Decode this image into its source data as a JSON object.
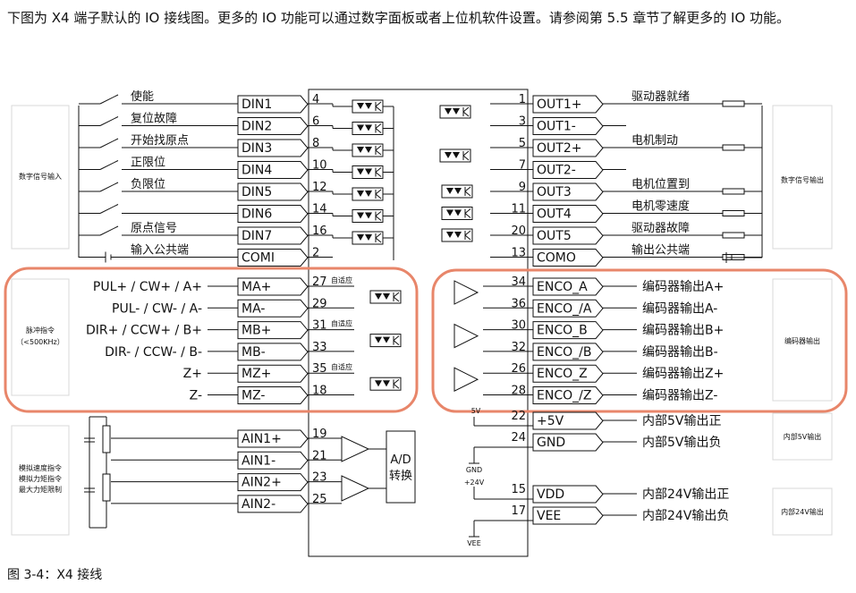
{
  "intro_text": "下图为 X4 端子默认的 IO 接线图。更多的 IO 功能可以通过数字面板或者上位机软件设置。请参阅第 5.5 章节了解更多的 IO 功能。",
  "caption": "图 3-4：X4 接线",
  "side_labels": {
    "digital_in": "数字信号输入",
    "pulse_cmd": "脉冲指令",
    "pulse_freq": "（<500KHz）",
    "analog_1": "模拟速度指令",
    "analog_2": "模拟力矩指令",
    "analog_3": "最大力矩限制",
    "digital_out": "数字信号输出",
    "encoder_out": "编码器输出",
    "out_5v": "内部5V输出",
    "out_24v": "内部24V输出"
  },
  "din": [
    {
      "func": "使能",
      "name": "DIN1",
      "pin": "4"
    },
    {
      "func": "复位故障",
      "name": "DIN2",
      "pin": "6"
    },
    {
      "func": "开始找原点",
      "name": "DIN3",
      "pin": "8"
    },
    {
      "func": "正限位",
      "name": "DIN4",
      "pin": "10"
    },
    {
      "func": "负限位",
      "name": "DIN5",
      "pin": "12"
    },
    {
      "func": "",
      "name": "DIN6",
      "pin": "14"
    },
    {
      "func": "原点信号",
      "name": "DIN7",
      "pin": "16"
    },
    {
      "func": "输入公共端",
      "name": "COMI",
      "pin": "2"
    }
  ],
  "pulse": [
    {
      "func": "PUL+ / CW+ / A+",
      "name": "MA+",
      "pin": "27",
      "note": "自适应"
    },
    {
      "func": "PUL- / CW- / A-",
      "name": "MA-",
      "pin": "29",
      "note": ""
    },
    {
      "func": "DIR+ / CCW+ / B+",
      "name": "MB+",
      "pin": "31",
      "note": "自适应"
    },
    {
      "func": "DIR- / CCW- / B-",
      "name": "MB-",
      "pin": "33",
      "note": ""
    },
    {
      "func": "Z+",
      "name": "MZ+",
      "pin": "35",
      "note": "自适应"
    },
    {
      "func": "Z-",
      "name": "MZ-",
      "pin": "18",
      "note": ""
    }
  ],
  "ain": [
    {
      "name": "AIN1+",
      "pin": "19"
    },
    {
      "name": "AIN1-",
      "pin": "21"
    },
    {
      "name": "AIN2+",
      "pin": "23"
    },
    {
      "name": "AIN2-",
      "pin": "25"
    }
  ],
  "adc": {
    "line1": "A/D",
    "line2": "转换"
  },
  "out": [
    {
      "pin": "1",
      "name": "OUT1+",
      "func": "驱动器就绪"
    },
    {
      "pin": "3",
      "name": "OUT1-",
      "func": ""
    },
    {
      "pin": "5",
      "name": "OUT2+",
      "func": "电机制动"
    },
    {
      "pin": "7",
      "name": "OUT2-",
      "func": ""
    },
    {
      "pin": "9",
      "name": "OUT3",
      "func": "电机位置到"
    },
    {
      "pin": "11",
      "name": "OUT4",
      "func": "电机零速度"
    },
    {
      "pin": "20",
      "name": "OUT5",
      "func": "驱动器故障"
    },
    {
      "pin": "13",
      "name": "COMO",
      "func": "输出公共端"
    }
  ],
  "enc": [
    {
      "pin": "34",
      "name": "ENCO_A",
      "func": "编码器输出A+"
    },
    {
      "pin": "36",
      "name": "ENCO_/A",
      "func": "编码器输出A-"
    },
    {
      "pin": "30",
      "name": "ENCO_B",
      "func": "编码器输出B+"
    },
    {
      "pin": "32",
      "name": "ENCO_/B",
      "func": "编码器输出B-"
    },
    {
      "pin": "26",
      "name": "ENCO_Z",
      "func": "编码器输出Z+"
    },
    {
      "pin": "28",
      "name": "ENCO_/Z",
      "func": "编码器输出Z-"
    }
  ],
  "power": [
    {
      "pin": "22",
      "name": "+5V",
      "func": "内部5V输出正"
    },
    {
      "pin": "24",
      "name": "GND",
      "func": "内部5V输出负"
    },
    {
      "pin": "15",
      "name": "VDD",
      "func": "内部24V输出正"
    },
    {
      "pin": "17",
      "name": "VEE",
      "func": "内部24V输出负"
    }
  ],
  "rail_labels": {
    "v5": "5V",
    "gnd": "GND",
    "v24": "+24V",
    "vee": "VEE"
  },
  "colors": {
    "highlight": "#e8866a",
    "line": "#111111",
    "sidebox": "#d8d8d8"
  }
}
